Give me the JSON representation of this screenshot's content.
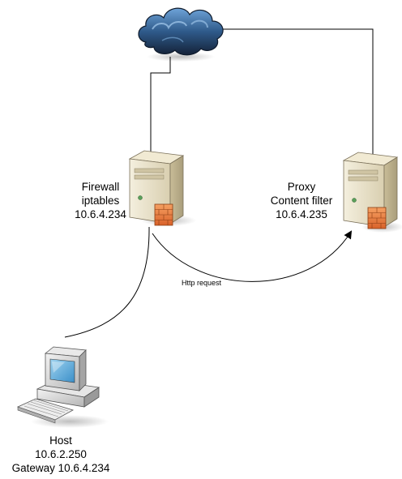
{
  "nodes": {
    "cloud": {
      "icon": "cloud-icon",
      "colors": {
        "dark": "#1b2d44",
        "light": "#4f86c0",
        "highlight": "#8fb8e6"
      }
    },
    "firewall": {
      "icon": "server-firewall-icon",
      "lines": [
        "Firewall",
        "iptables",
        "10.6.4.234"
      ]
    },
    "proxy": {
      "icon": "server-firewall-icon",
      "lines": [
        "Proxy",
        "Content filter",
        "10.6.4.235"
      ]
    },
    "host": {
      "icon": "desktop-computer-icon",
      "lines": [
        "Host",
        "10.6.2.250",
        "Gateway 10.6.4.234"
      ]
    }
  },
  "edges": {
    "http_request": {
      "label": "Http request"
    }
  },
  "colors": {
    "server_body": "#e8dfc6",
    "server_side": "#b8ad8e",
    "brick": "#e8793a",
    "line": "#000000"
  }
}
